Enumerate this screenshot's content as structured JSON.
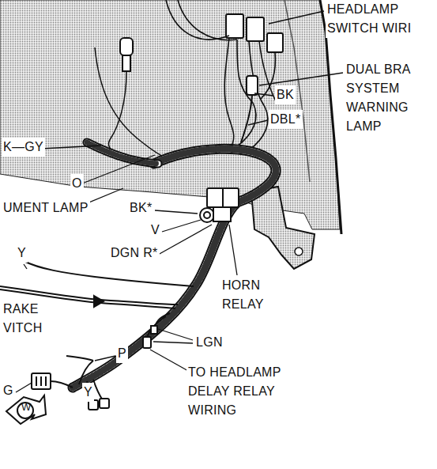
{
  "diagram": {
    "labels": [
      "HEADLAMP SWITCH WIRI",
      "DUAL BRA SYSTEM WARNING LAMP",
      "BK",
      "DBL*",
      "K—GY",
      "O",
      "UMENT LAMP",
      "BK*",
      "V",
      "DGN R*",
      "Y",
      "RAKE VITCH",
      "HORN RELAY",
      "LGN",
      "P",
      "G",
      "Y",
      "TO HEADLAMP DELAY RELAY WIRING",
      "W"
    ]
  }
}
